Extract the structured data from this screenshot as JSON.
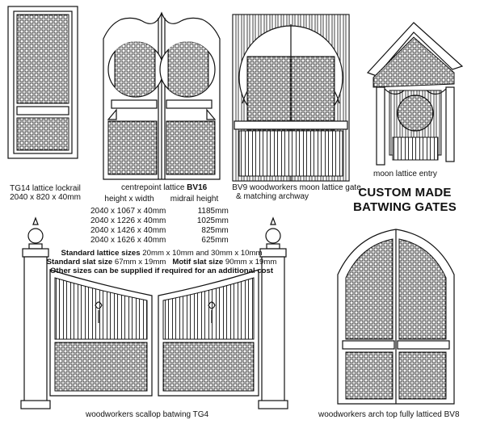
{
  "heading": {
    "line1": "CUSTOM MADE",
    "line2": "BATWING GATES"
  },
  "gates": {
    "tg14": {
      "name": "TG14 lattice lockrail",
      "size": "2040 x 820 x 40mm"
    },
    "bv16": {
      "name": "centrepoint lattice",
      "code": "BV16",
      "col1": "height x width",
      "col2": "midrail height",
      "rows": [
        [
          "2040 x 1067 x 40mm",
          "1185mm"
        ],
        [
          "2040 x 1226 x 40mm",
          "1025mm"
        ],
        [
          "2040 x 1426 x 40mm",
          "825mm"
        ],
        [
          "2040 x 1626 x 40mm",
          "625mm"
        ]
      ]
    },
    "bv9": {
      "line1": "BV9 woodworkers moon lattice gate",
      "line2": "& matching archway"
    },
    "entry": {
      "name": "moon lattice entry"
    },
    "tg4": {
      "name": "woodworkers scallop batwing TG4"
    },
    "bv8": {
      "name": "woodworkers arch top fully latticed BV8"
    }
  },
  "specs": {
    "lattice_label": "Standard lattice sizes",
    "lattice_value": "20mm x 10mm and  30mm x 10mm",
    "slat_label": "Standard slat size",
    "slat_value": "67mm x 19mm",
    "motif_label": "Motif slat size",
    "motif_value": "90mm x 19mm",
    "note": "Other sizes can be supplied if required for an additional cost"
  }
}
